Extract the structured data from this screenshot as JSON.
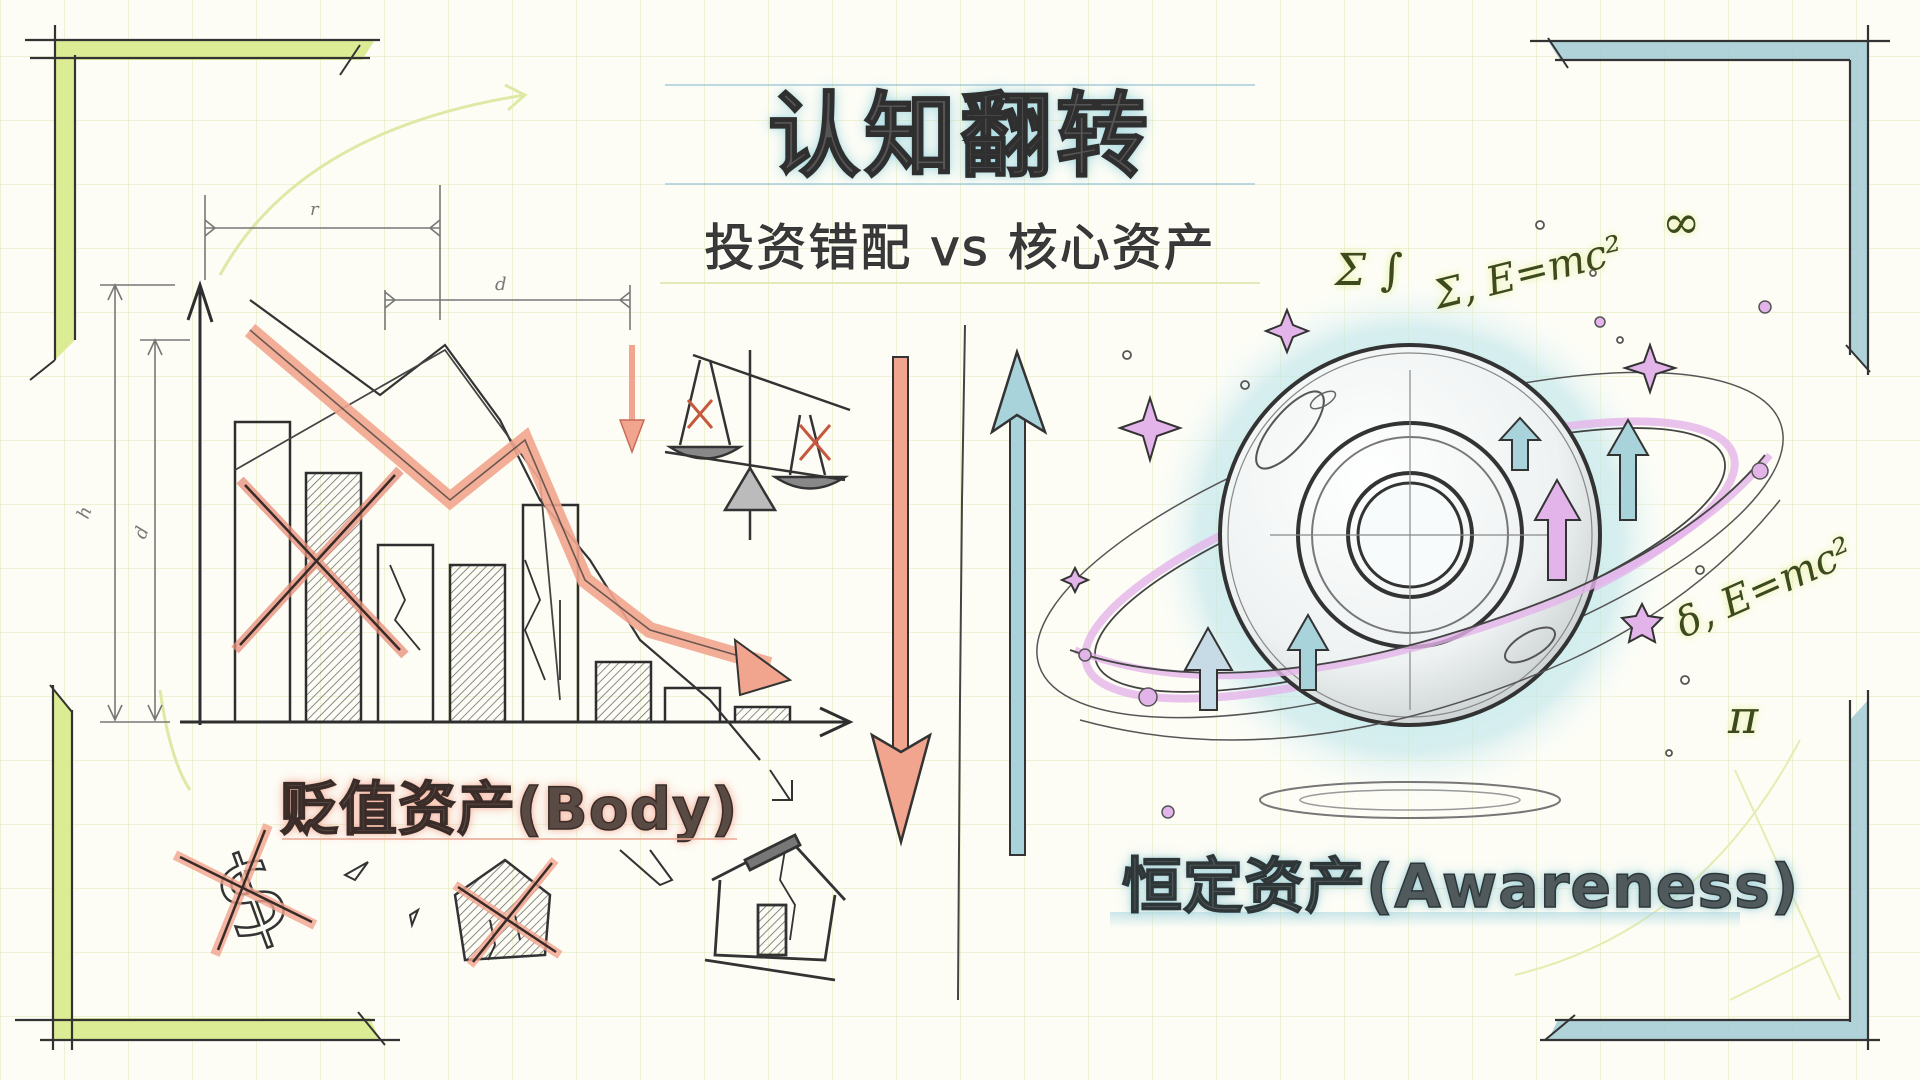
{
  "header": {
    "title": "认知翻转",
    "subtitle": "投资错配 vs 核心资产"
  },
  "left_panel": {
    "label": "贬值资产(Body)",
    "dimension_marks": [
      "h",
      "d",
      "r",
      "d"
    ],
    "icons": [
      "declining-bar-chart-icon",
      "down-arrow-icon",
      "unbalanced-scale-icon",
      "crossed-dollar-icon",
      "crossed-house-icon",
      "broken-house-icon"
    ],
    "accent_color": "#f2a58e"
  },
  "right_panel": {
    "label": "恒定资产(Awareness)",
    "formulas": [
      "Σ ∫",
      "Σ, E=mc²",
      "∞",
      "δ, E=mc²",
      "π"
    ],
    "icons": [
      "glowing-sphere-icon",
      "orbit-rings-icon",
      "sparkle-star-icon",
      "up-arrow-icon"
    ],
    "accent_color": "#9fcdd6",
    "secondary_color": "#e3b4ea"
  },
  "divider": {
    "down_arrow_color": "#f2a58e",
    "up_arrow_color": "#a9d3da"
  },
  "frame": {
    "left_bracket_color": "#d8ea8a",
    "right_bracket_color": "#a7cdd6"
  },
  "math": {
    "sigma_integral": "Σ ∫",
    "sigma_emc2": "Σ, E=mc²",
    "infinity": "∞",
    "delta_emc2": "δ, E=mc²",
    "pi": "π"
  }
}
